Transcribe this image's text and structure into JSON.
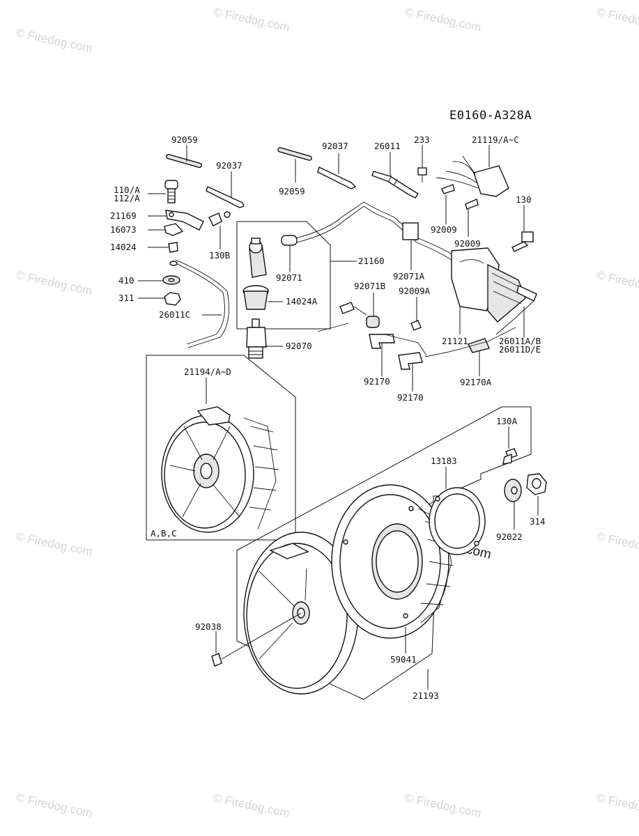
{
  "diagram_code": "E0160-A328A",
  "watermark": "© Firedog.com",
  "watermark_center": "© Firedog.com",
  "callouts": {
    "p92059a": "92059",
    "p92037a": "92037",
    "p92037b": "92037",
    "p92059b": "92059",
    "p26011": "26011",
    "p233": "233",
    "p21119": "21119/A~C",
    "p110": "110/A",
    "p112": "112/A",
    "p21169": "21169",
    "p16073": "16073",
    "p14024": "14024",
    "p130B": "130B",
    "p130": "130",
    "p92009a": "92009",
    "p92009b": "92009",
    "p21160": "21160",
    "p92071": "92071",
    "p92071A": "92071A",
    "p410": "410",
    "p311": "311",
    "p14024A": "14024A",
    "p26011C": "26011C",
    "p92071B": "92071B",
    "p92009A": "92009A",
    "p21121": "21121",
    "p92070": "92070",
    "p26011AB": "26011A/B",
    "p26011DE": "26011D/E",
    "p21194": "21194/A~D",
    "p92170a": "92170",
    "p92170b": "92170",
    "p92170A": "92170A",
    "p130A": "130A",
    "p13183": "13183",
    "p314": "314",
    "p92022": "92022",
    "p92038": "92038",
    "p59041": "59041",
    "p21193": "21193",
    "inset": "A,B,C"
  }
}
